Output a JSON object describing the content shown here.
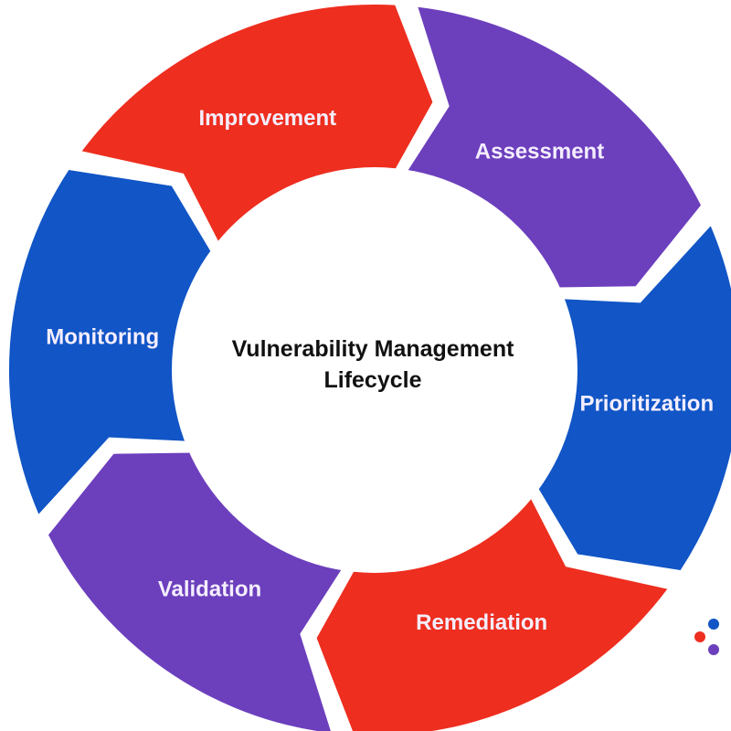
{
  "title_lines": [
    "Vulnerability Management",
    "Lifecycle"
  ],
  "stages": [
    {
      "label": "Assessment",
      "color": "#6c3fbd"
    },
    {
      "label": "Prioritization",
      "color": "#1155c6"
    },
    {
      "label": "Remediation",
      "color": "#ee2e1f"
    },
    {
      "label": "Validation",
      "color": "#6c3fbd"
    },
    {
      "label": "Monitoring",
      "color": "#1155c6"
    },
    {
      "label": "Improvement",
      "color": "#ee2e1f"
    }
  ],
  "logo": {
    "dot_colors": [
      "#1155c6",
      "#ee2e1f",
      "#6c3fbd"
    ],
    "icon": "logo-dots-icon"
  }
}
